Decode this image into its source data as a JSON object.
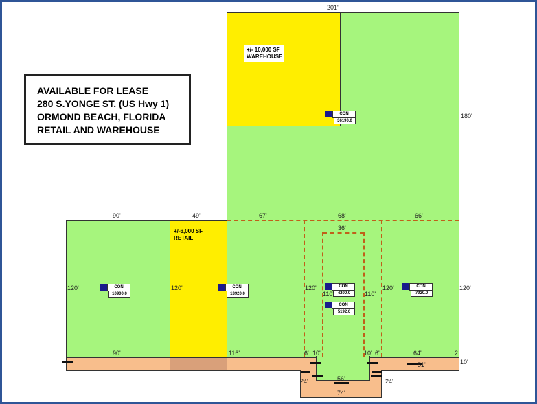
{
  "title_box": {
    "lines": [
      "AVAILABLE FOR LEASE",
      "280 S.YONGE ST. (US Hwy 1)",
      "ORMOND BEACH, FLORIDA",
      "RETAIL AND WAREHOUSE"
    ]
  },
  "notes": {
    "warehouse": [
      "+/- 10,000 SF",
      "WAREHOUSE"
    ],
    "retail": [
      "+/-6,000 SF",
      "RETAIL"
    ]
  },
  "tags": [
    {
      "label": "CON",
      "value": "36190.0"
    },
    {
      "label": "CON",
      "value": "10900.0"
    },
    {
      "label": "CON",
      "value": "13920.0"
    },
    {
      "label": "CON",
      "value": "4200.0"
    },
    {
      "label": "CON",
      "value": "5192.0"
    },
    {
      "label": "CON",
      "value": "7920.0"
    }
  ],
  "dims": {
    "top": "201'",
    "right_upper": "180'",
    "left_top": "90'",
    "retail_top": "49'",
    "d67": "67'",
    "d68": "68'",
    "d66": "66'",
    "d36": "36'",
    "h120a": "120'",
    "h120b": "120'",
    "h120c": "120'",
    "h120d": "120'",
    "h120e": "120'",
    "h110a": "110'",
    "h110b": "110'",
    "b90": "90'",
    "b116": "116'",
    "b6a": "6'",
    "b10a": "10'",
    "b10b": "10'",
    "b6b": "6'",
    "b64": "64'",
    "b2": "2",
    "b10c": "10'",
    "b51": "51'",
    "b24a": "24'",
    "b24b": "24'",
    "b56": "56'",
    "b74": "74'"
  },
  "colors": {
    "green": "#a6f57d",
    "yellow": "#ffee00",
    "orange": "#f8be8c",
    "frame": "#2f5597"
  }
}
